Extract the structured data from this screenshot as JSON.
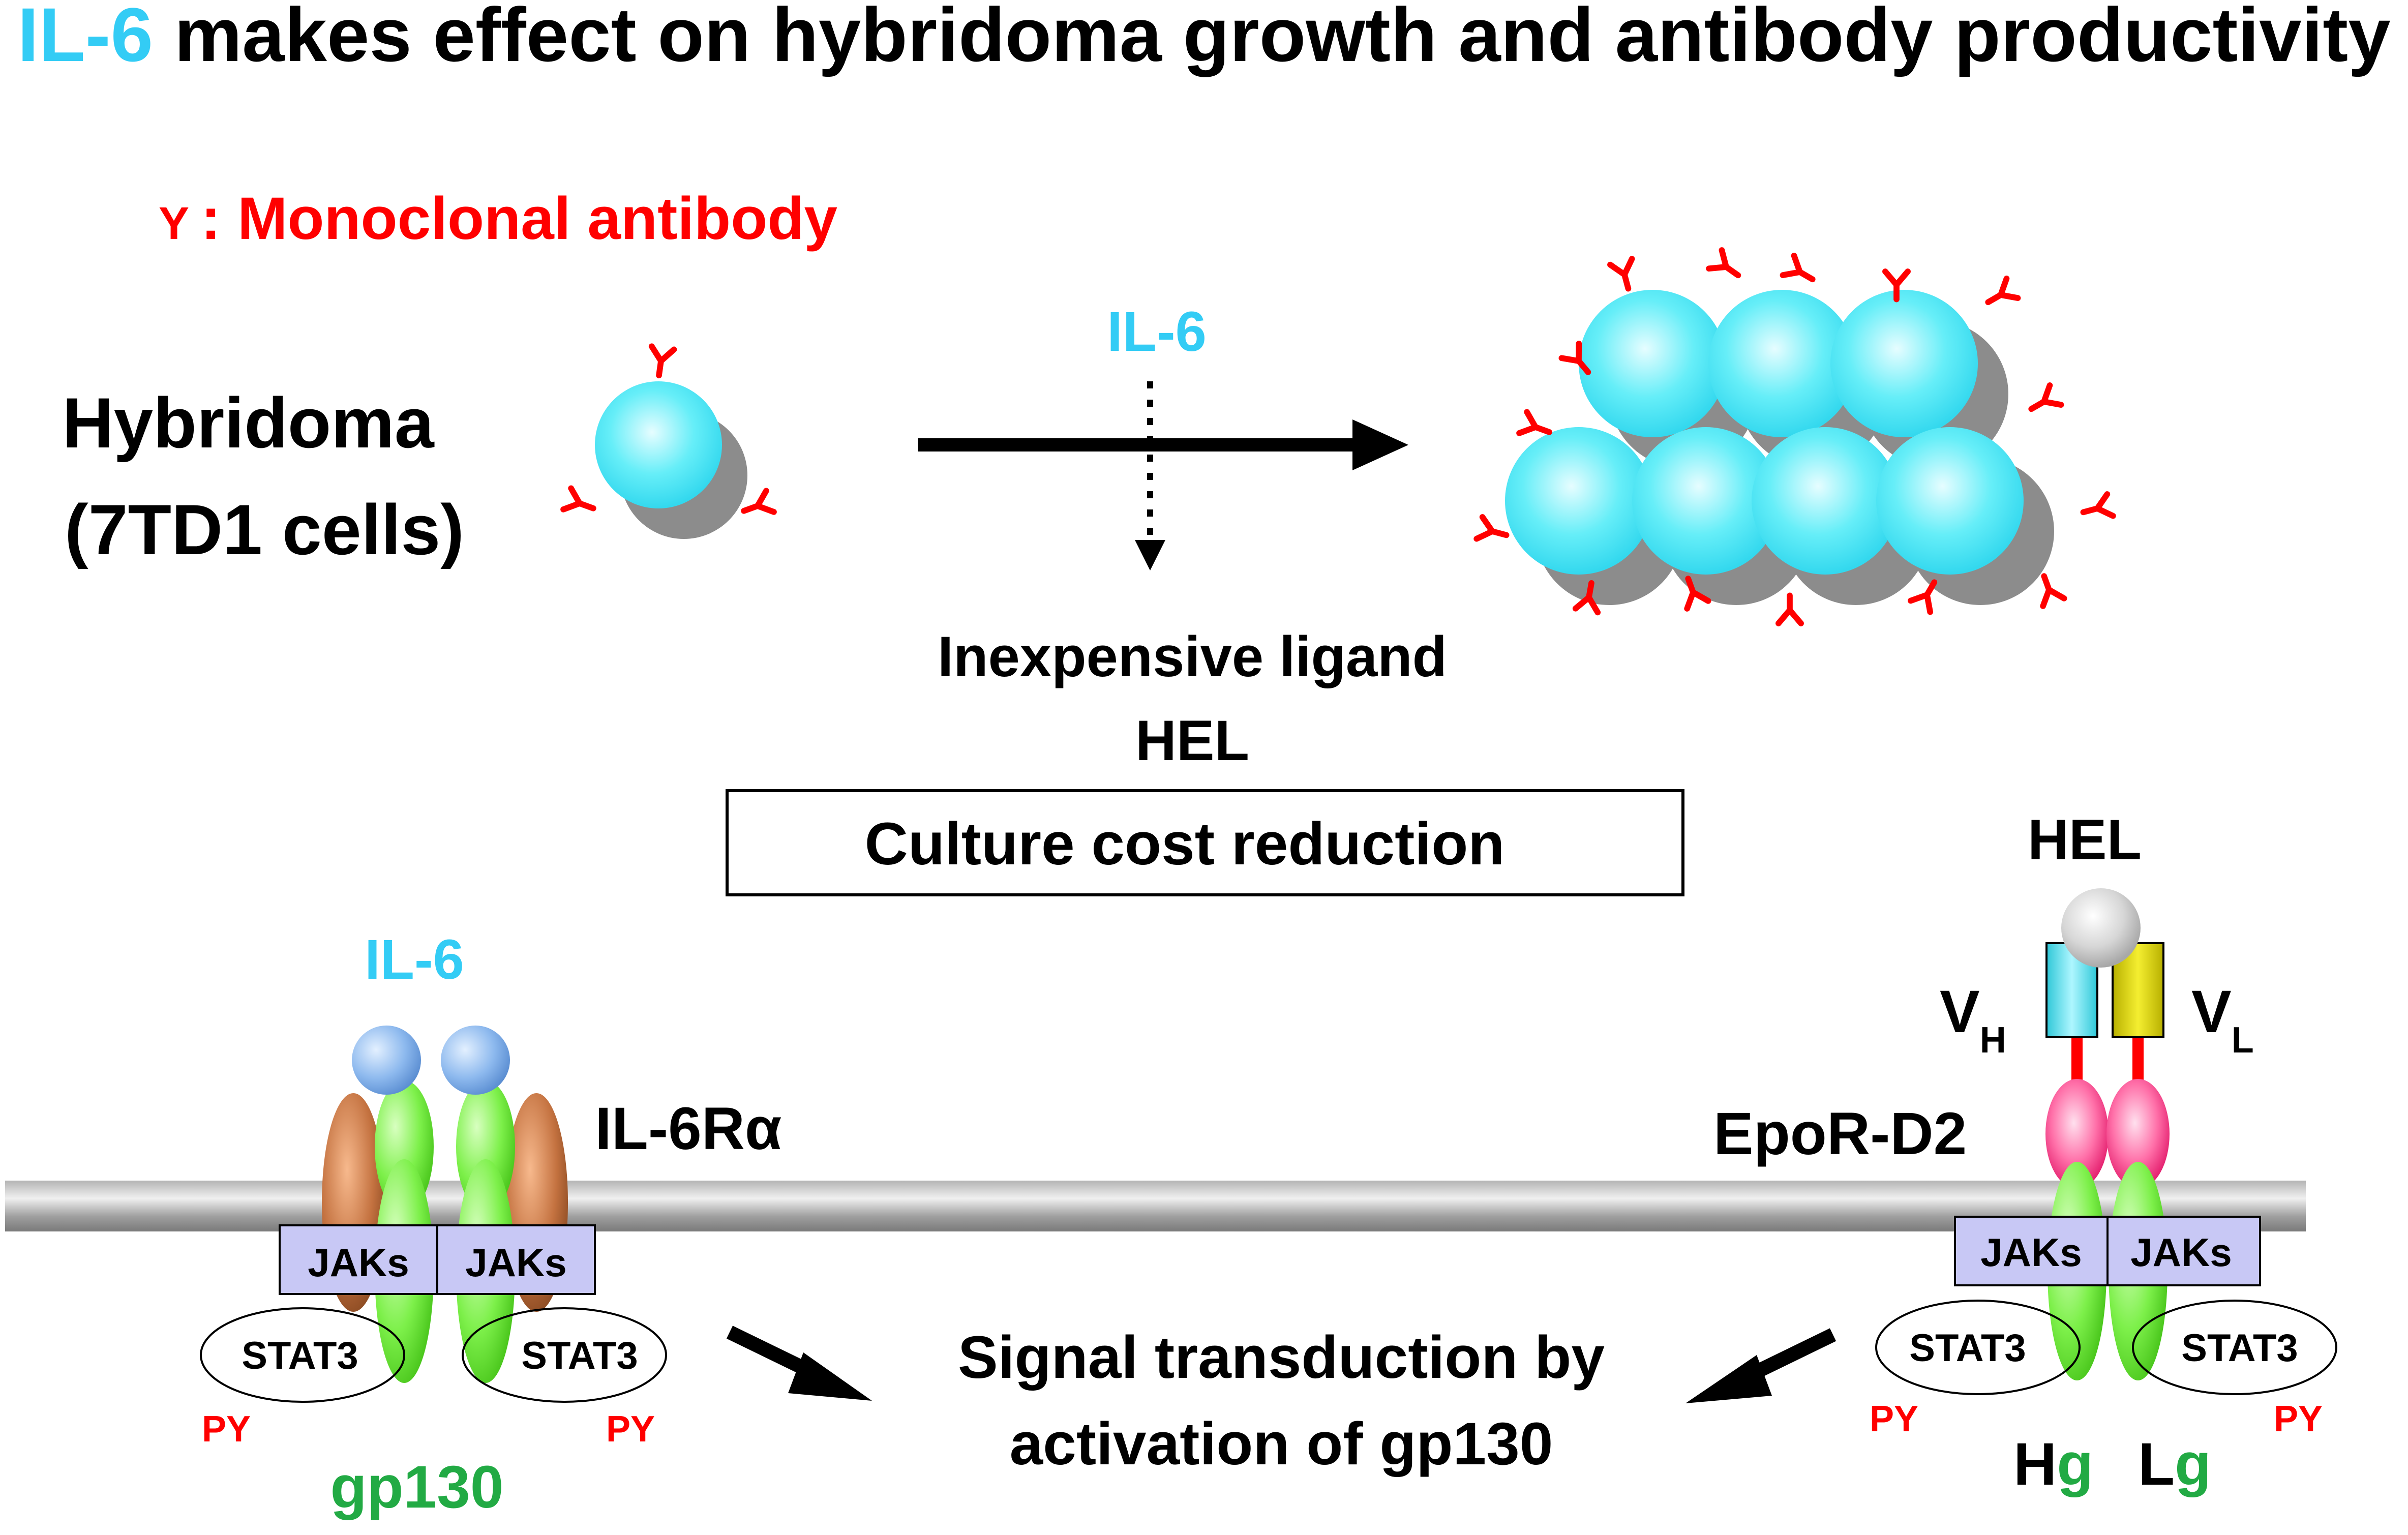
{
  "title": {
    "highlight": "IL-6",
    "rest": " makes effect on hybridoma growth and antibody productivity"
  },
  "legend": {
    "symbol": "Y",
    "label": ": Monoclonal antibody"
  },
  "hybridoma": {
    "line1": "Hybridoma",
    "line2": "(7TD1 cells)"
  },
  "arrow_label": "IL-6",
  "ligand": {
    "line1": "Inexpensive ligand",
    "line2": "HEL"
  },
  "cost_box": "Culture cost reduction",
  "left_receptor": {
    "ligand": "IL-6",
    "receptor": "IL-6Rα",
    "jak_left": "JAKs",
    "jak_right": "JAKs",
    "stat_left": "STAT3",
    "stat_right": "STAT3",
    "py_left": "PY",
    "py_right": "PY",
    "gp130": "gp130"
  },
  "right_receptor": {
    "ligand": "HEL",
    "vh": "V",
    "vh_sub": "H",
    "vl": "V",
    "vl_sub": "L",
    "epor": "EpoR-D2",
    "jak_left": "JAKs",
    "jak_right": "JAKs",
    "stat_left": "STAT3",
    "stat_right": "STAT3",
    "py_left": "PY",
    "py_right": "PY",
    "hg_h": "H",
    "hg_g": "g",
    "lg_l": "L",
    "lg_g": "g"
  },
  "signal": {
    "line1": "Signal transduction by",
    "line2": "activation of  gp130"
  },
  "colors": {
    "il6": "#33ccf5",
    "antibody": "#ff0000",
    "gp130": "#22aa44",
    "jak": "#c8c8f5",
    "cell": "#66eef8",
    "shadow": "#8c8c8c"
  }
}
